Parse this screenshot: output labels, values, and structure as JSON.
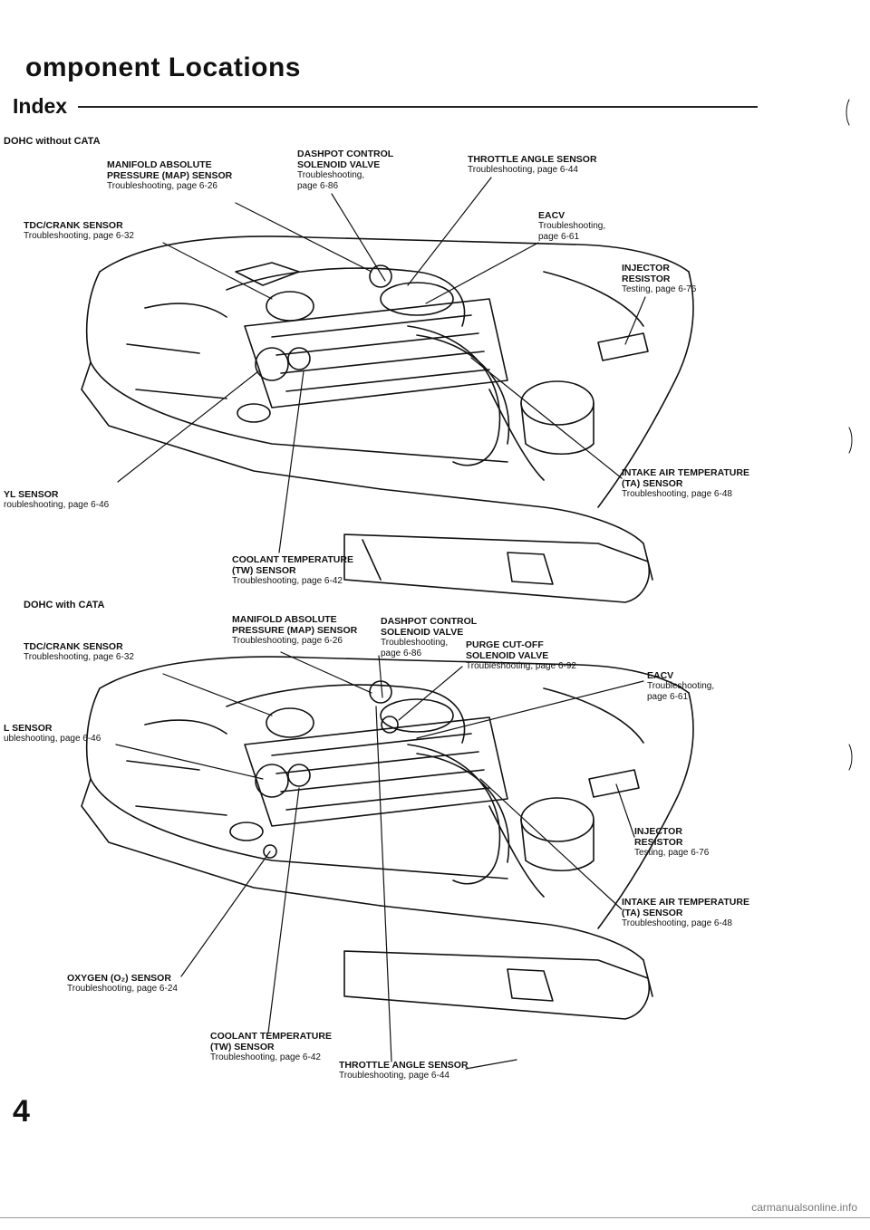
{
  "page": {
    "title": "omponent Locations",
    "subtitle": "Index",
    "page_number": "4",
    "watermark": "carmanualsonline.info"
  },
  "sections": {
    "top": "DOHC without CATA",
    "bottom": "DOHC with CATA"
  },
  "top_labels": {
    "map_sensor": {
      "title": [
        "MANIFOLD ABSOLUTE",
        "PRESSURE (MAP) SENSOR"
      ],
      "sub": [
        "Troubleshooting, page 6-26"
      ]
    },
    "dashpot": {
      "title": [
        "DASHPOT CONTROL",
        "SOLENOID VALVE"
      ],
      "sub": [
        "Troubleshooting,",
        "page 6-86"
      ]
    },
    "throttle_angle": {
      "title": [
        "THROTTLE ANGLE SENSOR"
      ],
      "sub": [
        "Troubleshooting, page 6-44"
      ]
    },
    "tdc_crank": {
      "title": [
        "TDC/CRANK SENSOR"
      ],
      "sub": [
        "Troubleshooting, page 6-32"
      ]
    },
    "eacv": {
      "title": [
        "EACV"
      ],
      "sub": [
        "Troubleshooting,",
        "page 6-61"
      ]
    },
    "injector_resistor": {
      "title": [
        "INJECTOR",
        "RESISTOR"
      ],
      "sub": [
        "Testing, page 6-76"
      ]
    },
    "cyl_sensor": {
      "title": [
        "YL SENSOR"
      ],
      "sub": [
        "roubleshooting, page 6-46"
      ]
    },
    "intake_air_temp": {
      "title": [
        "INTAKE AIR TEMPERATURE",
        "(TA) SENSOR"
      ],
      "sub": [
        "Troubleshooting, page 6-48"
      ]
    },
    "coolant_temp": {
      "title": [
        "COOLANT TEMPERATURE",
        "(TW) SENSOR"
      ],
      "sub": [
        "Troubleshooting, page 6-42"
      ]
    }
  },
  "bottom_labels": {
    "map_sensor": {
      "title": [
        "MANIFOLD ABSOLUTE",
        "PRESSURE (MAP) SENSOR"
      ],
      "sub": [
        "Troubleshooting, page 6-26"
      ]
    },
    "dashpot": {
      "title": [
        "DASHPOT CONTROL",
        "SOLENOID VALVE"
      ],
      "sub": [
        "Troubleshooting,",
        "page 6-86"
      ]
    },
    "purge_cutoff": {
      "title": [
        "PURGE CUT-OFF",
        "SOLENOID VALVE"
      ],
      "sub": [
        "Troubleshooting, page 6-92"
      ]
    },
    "tdc_crank": {
      "title": [
        "TDC/CRANK SENSOR"
      ],
      "sub": [
        "Troubleshooting, page 6-32"
      ]
    },
    "eacv": {
      "title": [
        "EACV"
      ],
      "sub": [
        "Troubleshooting,",
        "page 6-61"
      ]
    },
    "cyl_sensor": {
      "title": [
        "L SENSOR"
      ],
      "sub": [
        "ubleshooting, page 6-46"
      ]
    },
    "injector_resistor": {
      "title": [
        "INJECTOR",
        "RESISTOR"
      ],
      "sub": [
        "Testing, page 6-76"
      ]
    },
    "intake_air_temp": {
      "title": [
        "INTAKE AIR TEMPERATURE",
        "(TA) SENSOR"
      ],
      "sub": [
        "Troubleshooting, page 6-48"
      ]
    },
    "oxygen": {
      "title": [
        "OXYGEN (O₂) SENSOR"
      ],
      "sub": [
        "Troubleshooting, page 6-24"
      ]
    },
    "coolant_temp": {
      "title": [
        "COOLANT TEMPERATURE",
        "(TW) SENSOR"
      ],
      "sub": [
        "Troubleshooting, page 6-42"
      ]
    },
    "throttle_angle": {
      "title": [
        "THROTTLE ANGLE SENSOR"
      ],
      "sub": [
        "Troubleshooting, page 6-44"
      ]
    }
  }
}
